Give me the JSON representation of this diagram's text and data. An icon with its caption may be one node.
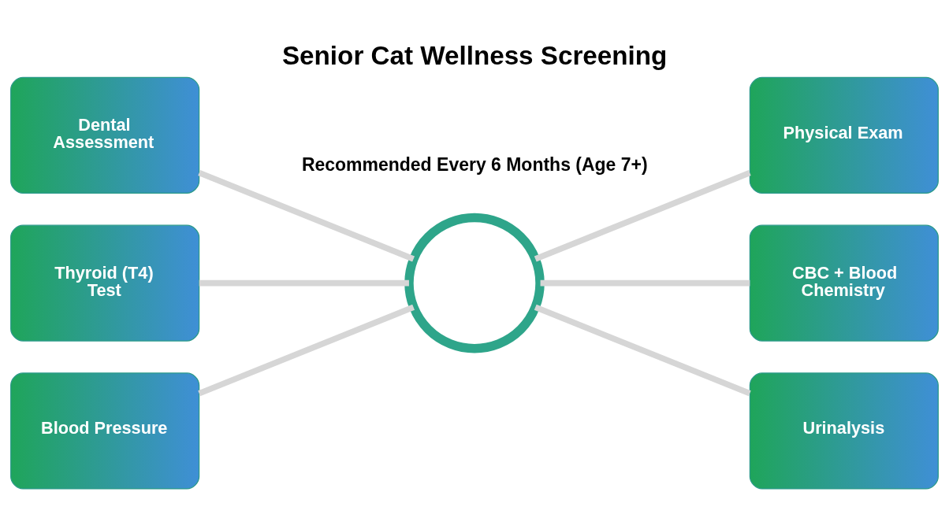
{
  "diagram": {
    "title": "Senior Cat Wellness Screening",
    "nodes": [
      {
        "text": [],
        "shape": "circle"
      },
      {
        "text": [
          "Dental Assessment"
        ]
      },
      {
        "text": [
          "Physical Exam"
        ]
      },
      {
        "text": [
          "Thyroid (T4) Test"
        ]
      },
      {
        "text": [
          "CBC + Blood Chemistry"
        ]
      },
      {
        "text": [
          "Blood Pressure"
        ]
      },
      {
        "text": [
          "Urinalysis"
        ]
      }
    ],
    "edges": [
      {
        "from": 0,
        "to": 1,
        "arrow": "none"
      },
      {
        "from": 0,
        "to": 2,
        "arrow": "none"
      },
      {
        "from": 0,
        "to": 3,
        "arrow": "none"
      },
      {
        "from": 0,
        "to": 4,
        "arrow": "none"
      },
      {
        "from": 0,
        "to": 5,
        "arrow": "none"
      },
      {
        "from": 0,
        "to": 6,
        "arrow": "none"
      }
    ],
    "labels": [
      "Recommended Every 6 Months (Age 7+)"
    ]
  }
}
